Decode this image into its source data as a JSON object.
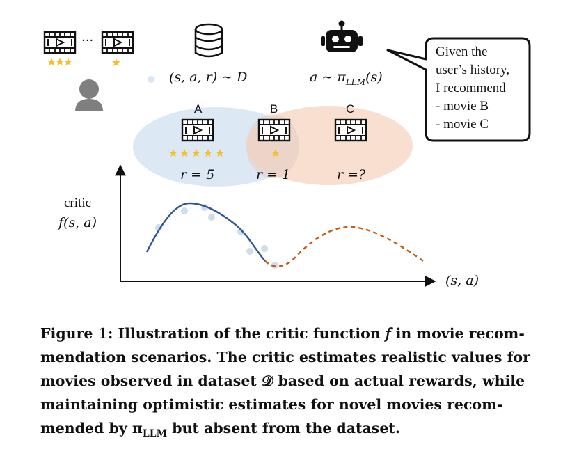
{
  "figure": {
    "top_row": {
      "dots": "···"
    },
    "sample_notation": "(s, a, r) ∼ D",
    "policy_notation": "a ∼ π_LLM(s)",
    "policy_sub": "LLM",
    "speech_bubble": [
      "Given the",
      "user’s history,",
      "I recommend",
      "- movie B",
      "- movie C"
    ],
    "movies": [
      {
        "label": "A",
        "stars": 5,
        "reward": "r = 5"
      },
      {
        "label": "B",
        "stars": 1,
        "reward": "r = 1"
      },
      {
        "label": "C",
        "stars": 0,
        "reward": "r =?"
      }
    ],
    "history_stars": [
      3,
      1
    ],
    "critic_label": [
      "critic",
      "f(s, a)"
    ],
    "x_axis_label": "(s, a)",
    "colors": {
      "dataset_ellipse": "#dde8f5",
      "policy_ellipse": "#f8dccb",
      "star": "#f4c02b",
      "critic_curve": "#2f5597",
      "optimistic_curve": "#c55a11",
      "data_points": "#cfdcef",
      "user_icon": "#7f7f7f"
    }
  },
  "caption": {
    "lines": [
      "Figure 1: Illustration of the critic function 𝑓 in movie recom-",
      "mendation scenarios. The critic estimates realistic values for",
      "movies observed in dataset 𝒟 based on actual rewards, while",
      "maintaining optimistic estimates for novel movies recom-",
      "mended by π",
      "LLM",
      " but absent from the dataset."
    ]
  }
}
